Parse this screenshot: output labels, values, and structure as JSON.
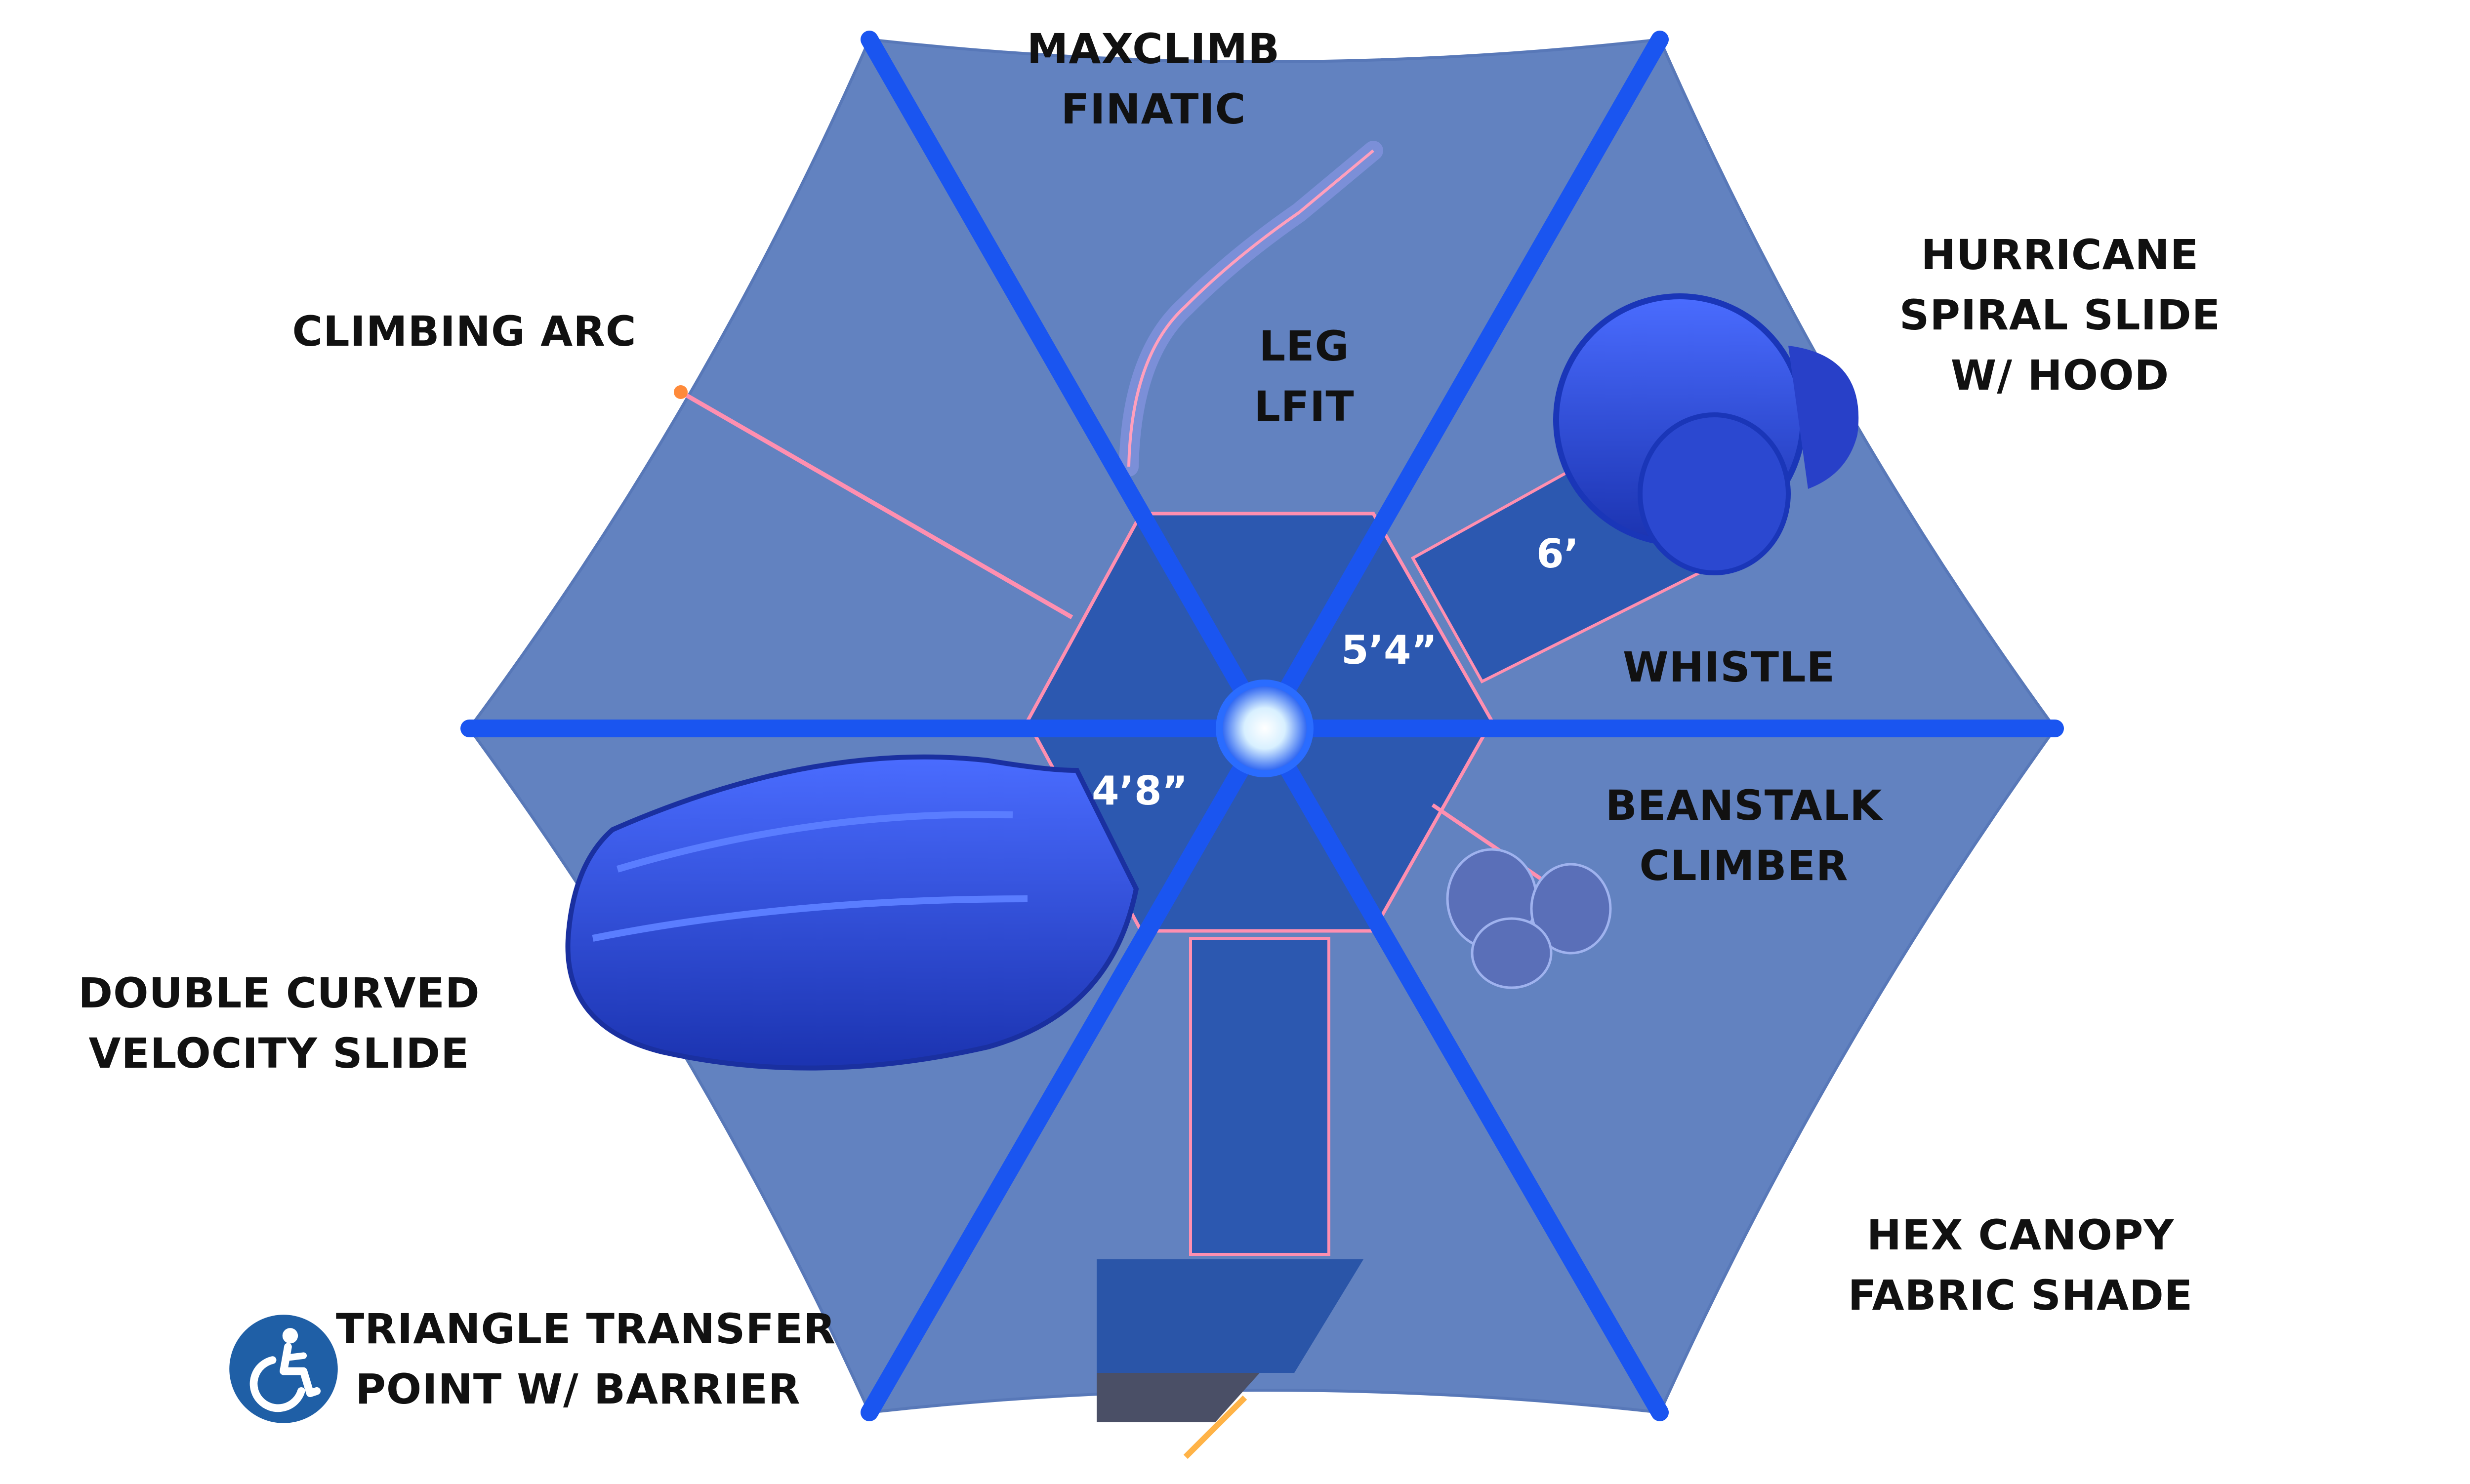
{
  "labels": {
    "maxclimb": [
      "MAXCLIMB",
      "FINATIC"
    ],
    "leg_lift": [
      "LEG",
      "LFIT"
    ],
    "climbing_arc": [
      "CLIMBING ARC"
    ],
    "hurricane": [
      "HURRICANE",
      "SPIRAL SLIDE",
      "W/ HOOD"
    ],
    "whistle": [
      "WHISTLE"
    ],
    "beanstalk": [
      "BEANSTALK",
      "CLIMBER"
    ],
    "double_curved": [
      "DOUBLE CURVED",
      "VELOCITY SLIDE"
    ],
    "hex_canopy": [
      "HEX CANOPY",
      "FABRIC SHADE"
    ],
    "triangle_transfer": [
      "TRIANGLE TRANSFER",
      "POINT W/ BARRIER"
    ]
  },
  "dimensions": {
    "deck_high": "5’4”",
    "deck_low": "4’8”",
    "slide_height": "6’"
  },
  "icons": {
    "accessibility": "wheelchair-icon"
  },
  "colors": {
    "canopy": "#6282c0",
    "frame": "#1a55f0",
    "deck": "#2c58b0",
    "slide": "#2147c8",
    "rail": "#ff8fb0",
    "badge": "#1f5fa6",
    "label": "#111111"
  }
}
